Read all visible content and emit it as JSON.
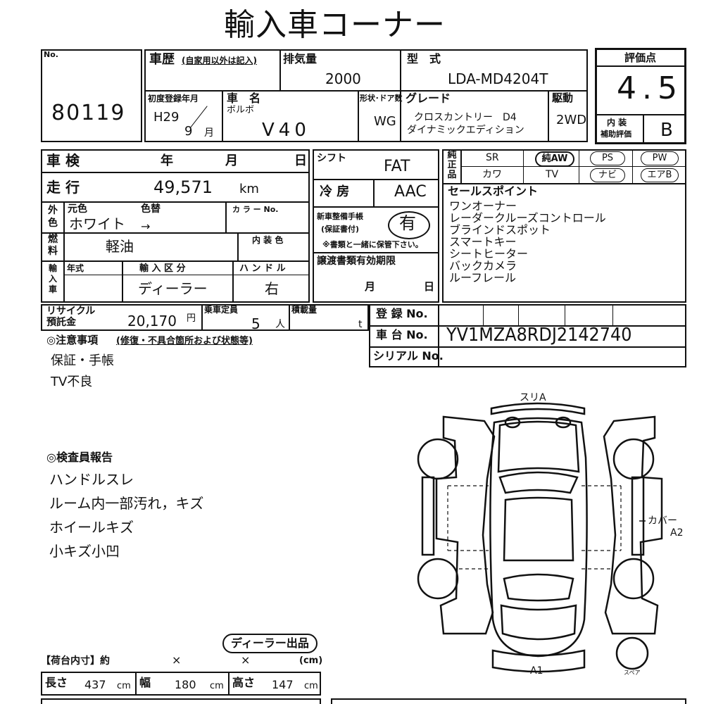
{
  "title": "輸入車コーナー",
  "number": {
    "label": "No.",
    "value": "80119"
  },
  "history": {
    "label": "車歴",
    "note": "(自家用以外は記入)"
  },
  "displacement": {
    "label": "排気量",
    "value": "2000"
  },
  "model": {
    "label": "型　式",
    "value": "LDA-MD4204T"
  },
  "evaluation": {
    "label": "評価点",
    "value": "4.5",
    "interior_label_1": "内 装",
    "interior_label_2": "補助評価",
    "interior_value": "B"
  },
  "first_registration": {
    "label": "初度登録年月",
    "era_year": "H29",
    "month": "9",
    "month_unit": "月"
  },
  "car_name": {
    "label": "車　名",
    "maker": "ボルボ",
    "value": "V40"
  },
  "body_type": {
    "label": "形状･ドア数",
    "value": "WG"
  },
  "grade": {
    "label": "グレード",
    "line1": "クロスカントリー　D4",
    "line2": "ダイナミックエディション"
  },
  "drive": {
    "label": "駆動",
    "value": "2WD"
  },
  "inspection": {
    "label": "車 検",
    "year": "年",
    "month": "月",
    "day": "日"
  },
  "shift": {
    "label": "シフト",
    "value": "FAT"
  },
  "equipment": {
    "label": "純正品",
    "items": [
      "SR",
      "純AW",
      "PS",
      "PW",
      "カワ",
      "TV",
      "ナビ",
      "エアB"
    ]
  },
  "mileage": {
    "label": "走 行",
    "value": "49,571",
    "unit": "km"
  },
  "aircon": {
    "label": "冷 房",
    "value": "AAC"
  },
  "sales_points": {
    "label": "セールスポイント",
    "items": [
      "ワンオーナー",
      "レーダークルーズコントロール",
      "ブラインドスポット",
      "スマートキー",
      "シートヒーター",
      "バックカメラ",
      "ルーフレール"
    ]
  },
  "color": {
    "label_1": "外",
    "label_2": "色",
    "original_label": "元色",
    "change_label": "色替",
    "value": "ホワイト",
    "arrow": "→",
    "code_label": "カ ラ ー No."
  },
  "maintenance_book": {
    "label_1": "新車整備手帳",
    "label_2": "(保証書付)",
    "value": "有",
    "note": "※書類と一緒に保管下さい。"
  },
  "fuel": {
    "label_1": "燃",
    "label_2": "料",
    "value": "軽油",
    "interior_color_label": "内 装 色"
  },
  "import": {
    "label_1": "輸",
    "label_2": "入",
    "label_3": "車",
    "year_label": "年式",
    "type_label": "輸 入 区 分",
    "handle_label": "ハ ン ド ル",
    "type_value": "ディーラー",
    "handle_value": "右"
  },
  "transfer": {
    "label": "譲渡書類有効期限",
    "month": "月",
    "day": "日"
  },
  "recycle": {
    "label_1": "リサイクル",
    "label_2": "預託金",
    "value": "20,170",
    "unit": "円"
  },
  "capacity": {
    "label": "乗車定員",
    "value": "5",
    "unit": "人"
  },
  "load": {
    "label": "積載量",
    "unit": "t"
  },
  "registration": {
    "label": "登 録 No."
  },
  "chassis": {
    "label": "車 台 No.",
    "value": "YV1MZA8RDJ2142740"
  },
  "serial": {
    "label": "シリアル No."
  },
  "notes": {
    "heading": "◎注意事項",
    "sub": "(修復・不具合箇所および状態等)",
    "items": [
      "保証・手帳",
      "TV不良"
    ]
  },
  "inspector": {
    "heading": "◎検査員報告",
    "items": [
      "ハンドルスレ",
      "ルーム内一部汚れ，キズ",
      "ホイールキズ",
      "小キズ小凹"
    ]
  },
  "diagram": {
    "front_mark": "スリA",
    "side_mark_1": "カバー",
    "side_mark_2": "A2",
    "rear_mark": "A1",
    "spare_label": "スペア"
  },
  "dealer_stamp": "ディーラー出品",
  "cargo": {
    "label": "【荷台内寸】約",
    "x1": "×",
    "x2": "×",
    "unit": "(cm)"
  },
  "dimensions": {
    "length_label": "長さ",
    "length": "437",
    "width_label": "幅",
    "width": "180",
    "height_label": "高さ",
    "height": "147",
    "unit": "cm"
  }
}
